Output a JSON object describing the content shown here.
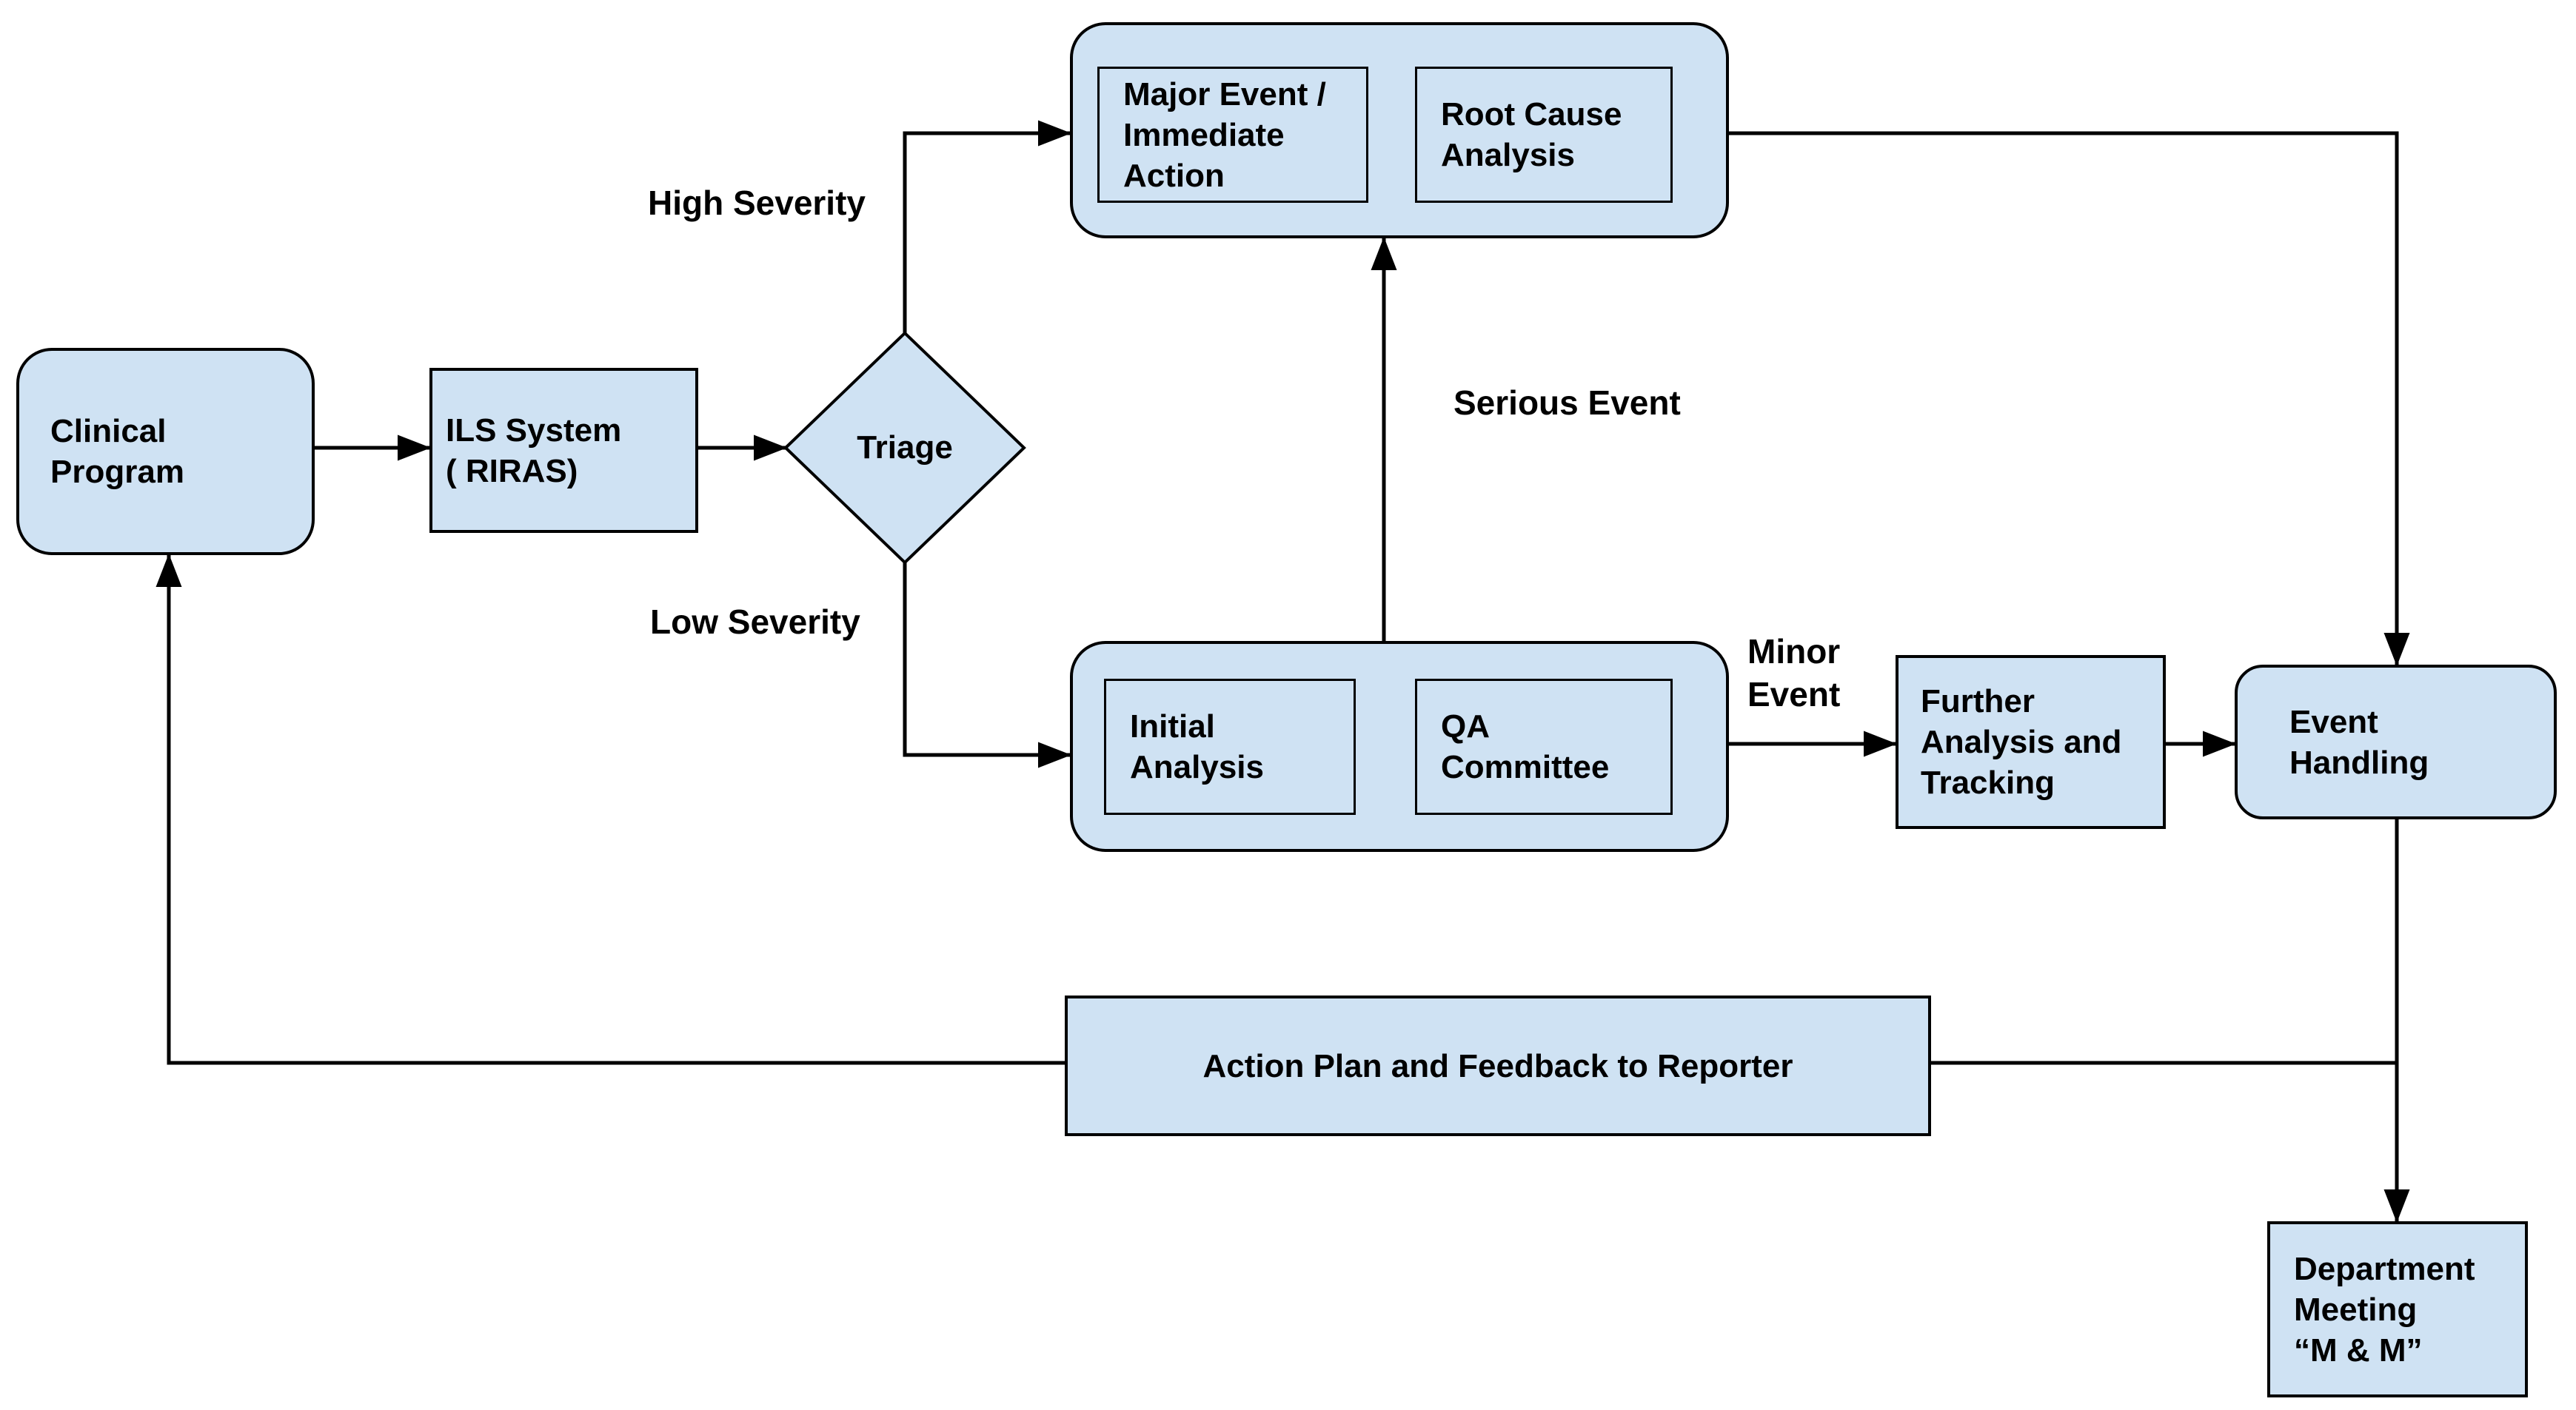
{
  "nodes": {
    "clinical_program": {
      "label": "Clinical\nProgram"
    },
    "ils_system": {
      "label": "ILS System\n( RIRAS)"
    },
    "triage": {
      "label": "Triage"
    },
    "major_event": {
      "label": "Major Event /\nImmediate\nAction"
    },
    "root_cause": {
      "label": "Root Cause\nAnalysis"
    },
    "initial_analysis": {
      "label": "Initial\nAnalysis"
    },
    "qa_committee": {
      "label": "QA\nCommittee"
    },
    "further_analysis": {
      "label": "Further\nAnalysis and\nTracking"
    },
    "event_handling": {
      "label": "Event\nHandling"
    },
    "action_plan": {
      "label": "Action Plan and Feedback to Reporter"
    },
    "department_meeting": {
      "label": "Department\nMeeting\n“M & M”"
    }
  },
  "edge_labels": {
    "high_severity": "High Severity",
    "low_severity": "Low Severity",
    "serious_event": "Serious Event",
    "minor_event": "Minor\nEvent"
  },
  "colors": {
    "node_fill": "#cfe2f3",
    "node_border": "#000000",
    "line": "#000000",
    "text": "#000000",
    "background": "#ffffff"
  }
}
